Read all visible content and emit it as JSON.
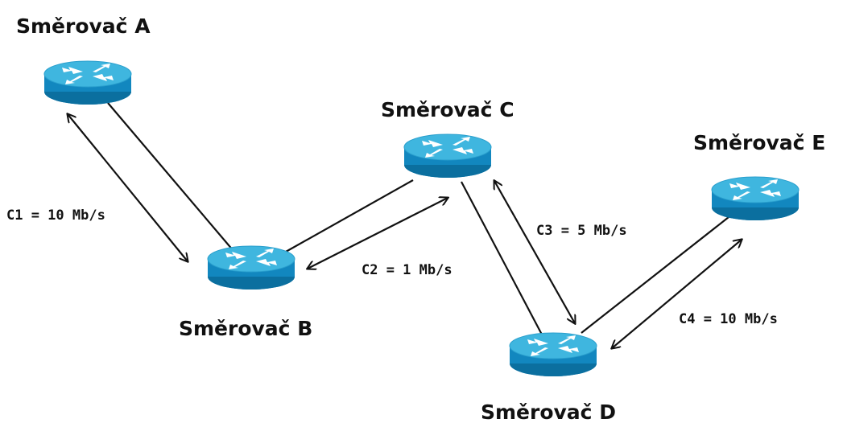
{
  "routers": [
    {
      "id": "A",
      "label": "Směrovač A"
    },
    {
      "id": "B",
      "label": "Směrovač B"
    },
    {
      "id": "C",
      "label": "Směrovač C"
    },
    {
      "id": "D",
      "label": "Směrovač D"
    },
    {
      "id": "E",
      "label": "Směrovač E"
    }
  ],
  "links": [
    {
      "id": "C1",
      "from": "A",
      "to": "B",
      "label": "C1 = 10 Mb/s"
    },
    {
      "id": "C2",
      "from": "B",
      "to": "C",
      "label": "C2 = 1 Mb/s"
    },
    {
      "id": "C3",
      "from": "C",
      "to": "D",
      "label": "C3 = 5 Mb/s"
    },
    {
      "id": "C4",
      "from": "D",
      "to": "E",
      "label": "C4 = 10 Mb/s"
    }
  ],
  "colors": {
    "router_top": "#3fb6df",
    "router_body": "#1287bf",
    "router_bottom": "#0b6f9f",
    "line": "#111111"
  }
}
